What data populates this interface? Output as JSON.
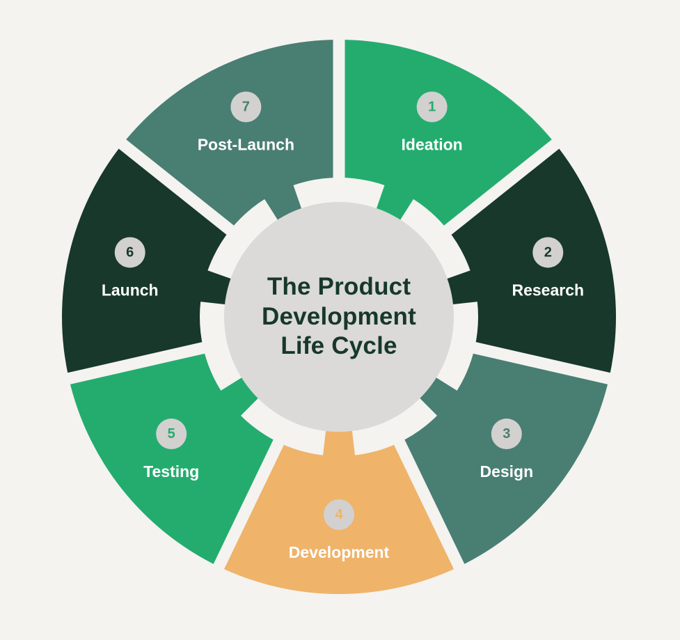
{
  "background": "#F4F3F0",
  "diagram": {
    "title": "The Product Development Life Cycle",
    "center": {
      "lines": [
        "The Product",
        "Development",
        "Life Cycle"
      ],
      "text_color": "#17382B",
      "circle_color": "#DBDAD8"
    },
    "badge_color": "#D2D1CF",
    "label_color": "#FFFFFF",
    "segments": [
      {
        "number": "1",
        "label": "Ideation",
        "color": "#24AC6F"
      },
      {
        "number": "2",
        "label": "Research",
        "color": "#17382B"
      },
      {
        "number": "3",
        "label": "Design",
        "color": "#497E73"
      },
      {
        "number": "4",
        "label": "Development",
        "color": "#EFB36A"
      },
      {
        "number": "5",
        "label": "Testing",
        "color": "#24AC6F"
      },
      {
        "number": "6",
        "label": "Launch",
        "color": "#17382B"
      },
      {
        "number": "7",
        "label": "Post-Launch",
        "color": "#497E73"
      }
    ]
  }
}
